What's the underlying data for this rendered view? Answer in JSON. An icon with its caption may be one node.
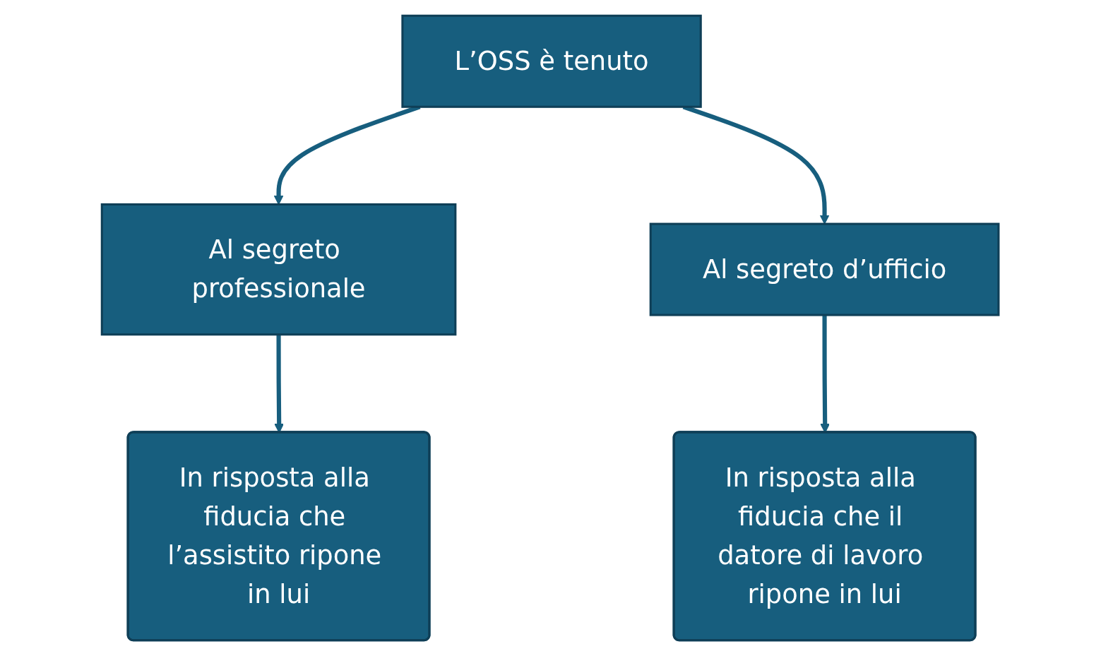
{
  "diagram": {
    "nodes": [
      {
        "text": [
          "L’OSS è tenuto"
        ]
      },
      {
        "text": [
          "Al segreto professionale"
        ]
      },
      {
        "text": [
          "In risposta alla fiducia che l’assistito ripone in lui"
        ]
      },
      {
        "text": [
          "Al segreto d’ufficio"
        ]
      },
      {
        "text": [
          "In risposta alla fiducia che il datore di lavoro ripone in lui"
        ]
      }
    ],
    "edges": [
      {
        "from": 0,
        "to": 1,
        "arrow": "to"
      },
      {
        "from": 0,
        "to": 3,
        "arrow": "to"
      },
      {
        "from": 1,
        "to": 2,
        "arrow": "to"
      },
      {
        "from": 3,
        "to": 4,
        "arrow": "to"
      }
    ]
  }
}
